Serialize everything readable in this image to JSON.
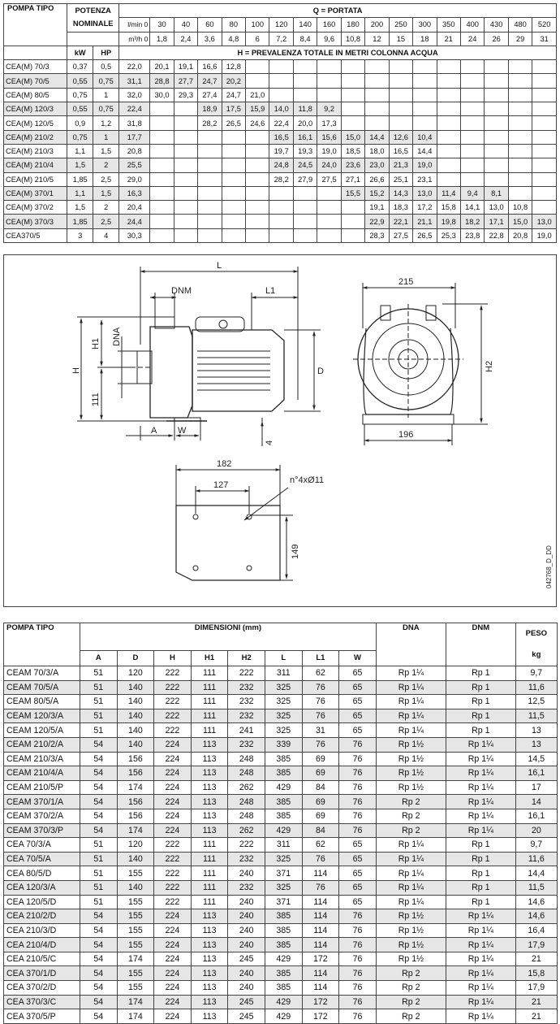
{
  "perf": {
    "header": {
      "pompa_tipo": "POMPA TIPO",
      "potenza": "POTENZA",
      "nominale": "NOMINALE",
      "portata": "Q = PORTATA",
      "lmin_unit": "l/min",
      "m3h_unit": "m³/h",
      "kw": "kW",
      "hp": "HP",
      "prevalenza": "H = PREVALENZA TOTALE IN METRI COLONNA ACQUA"
    },
    "lmin": [
      "0",
      "30",
      "40",
      "60",
      "80",
      "100",
      "120",
      "140",
      "160",
      "180",
      "200",
      "250",
      "300",
      "350",
      "400",
      "430",
      "480",
      "520"
    ],
    "m3h": [
      "0",
      "1,8",
      "2,4",
      "3,6",
      "4,8",
      "6",
      "7,2",
      "8,4",
      "9,6",
      "10,8",
      "12",
      "15",
      "18",
      "21",
      "24",
      "26",
      "29",
      "31"
    ],
    "rows": [
      {
        "name": "CEA(M) 70/3",
        "kw": "0,37",
        "hp": "0,5",
        "v": [
          "22,0",
          "20,1",
          "19,1",
          "16,6",
          "12,8",
          "",
          "",
          "",
          "",
          "",
          "",
          "",
          "",
          "",
          "",
          "",
          "",
          ""
        ]
      },
      {
        "name": "CEA(M) 70/5",
        "kw": "0,55",
        "hp": "0,75",
        "v": [
          "31,1",
          "28,8",
          "27,7",
          "24,7",
          "20,2",
          "",
          "",
          "",
          "",
          "",
          "",
          "",
          "",
          "",
          "",
          "",
          "",
          ""
        ]
      },
      {
        "name": "CEA(M) 80/5",
        "kw": "0,75",
        "hp": "1",
        "v": [
          "32,0",
          "30,0",
          "29,3",
          "27,4",
          "24,7",
          "21,0",
          "",
          "",
          "",
          "",
          "",
          "",
          "",
          "",
          "",
          "",
          "",
          ""
        ]
      },
      {
        "name": "CEA(M) 120/3",
        "kw": "0,55",
        "hp": "0,75",
        "v": [
          "22,4",
          "",
          "",
          "18,9",
          "17,5",
          "15,9",
          "14,0",
          "11,8",
          "9,2",
          "",
          "",
          "",
          "",
          "",
          "",
          "",
          "",
          ""
        ]
      },
      {
        "name": "CEA(M) 120/5",
        "kw": "0,9",
        "hp": "1,2",
        "v": [
          "31,8",
          "",
          "",
          "28,2",
          "26,5",
          "24,6",
          "22,4",
          "20,0",
          "17,3",
          "",
          "",
          "",
          "",
          "",
          "",
          "",
          "",
          ""
        ]
      },
      {
        "name": "CEA(M) 210/2",
        "kw": "0,75",
        "hp": "1",
        "v": [
          "17,7",
          "",
          "",
          "",
          "",
          "",
          "16,5",
          "16,1",
          "15,6",
          "15,0",
          "14,4",
          "12,6",
          "10,4",
          "",
          "",
          "",
          "",
          ""
        ]
      },
      {
        "name": "CEA(M) 210/3",
        "kw": "1,1",
        "hp": "1,5",
        "v": [
          "20,8",
          "",
          "",
          "",
          "",
          "",
          "19,7",
          "19,3",
          "19,0",
          "18,5",
          "18,0",
          "16,5",
          "14,4",
          "",
          "",
          "",
          "",
          ""
        ]
      },
      {
        "name": "CEA(M) 210/4",
        "kw": "1,5",
        "hp": "2",
        "v": [
          "25,5",
          "",
          "",
          "",
          "",
          "",
          "24,8",
          "24,5",
          "24,0",
          "23,6",
          "23,0",
          "21,3",
          "19,0",
          "",
          "",
          "",
          "",
          ""
        ]
      },
      {
        "name": "CEA(M) 210/5",
        "kw": "1,85",
        "hp": "2,5",
        "v": [
          "29,0",
          "",
          "",
          "",
          "",
          "",
          "28,2",
          "27,9",
          "27,5",
          "27,1",
          "26,6",
          "25,1",
          "23,1",
          "",
          "",
          "",
          "",
          ""
        ]
      },
      {
        "name": "CEA(M) 370/1",
        "kw": "1,1",
        "hp": "1,5",
        "v": [
          "16,3",
          "",
          "",
          "",
          "",
          "",
          "",
          "",
          "",
          "15,5",
          "15,2",
          "14,3",
          "13,0",
          "11,4",
          "9,4",
          "8,1",
          "",
          ""
        ]
      },
      {
        "name": "CEA(M) 370/2",
        "kw": "1,5",
        "hp": "2",
        "v": [
          "20,4",
          "",
          "",
          "",
          "",
          "",
          "",
          "",
          "",
          "",
          "19,1",
          "18,3",
          "17,2",
          "15,8",
          "14,1",
          "13,0",
          "10,8",
          ""
        ]
      },
      {
        "name": "CEA(M) 370/3",
        "kw": "1,85",
        "hp": "2,5",
        "v": [
          "24,4",
          "",
          "",
          "",
          "",
          "",
          "",
          "",
          "",
          "",
          "22,9",
          "22,1",
          "21,1",
          "19,8",
          "18,2",
          "17,1",
          "15,0",
          "13,0"
        ]
      },
      {
        "name": "CEA370/5",
        "kw": "3",
        "hp": "4",
        "v": [
          "30,3",
          "",
          "",
          "",
          "",
          "",
          "",
          "",
          "",
          "",
          "28,3",
          "27,5",
          "26,5",
          "25,3",
          "23,8",
          "22,8",
          "20,8",
          "19,0"
        ]
      }
    ]
  },
  "drawing": {
    "labels": {
      "L": "L",
      "DNM": "DNM",
      "L1": "L1",
      "DNA": "DNA",
      "H1": "H1",
      "H": "H",
      "n111": "111",
      "D": "D",
      "A": "A",
      "W": "W",
      "n4": "4",
      "n215": "215",
      "H2": "H2",
      "n196": "196",
      "n182": "182",
      "n127": "127",
      "holes": "n°4xØ11",
      "n149": "149",
      "ref": "042768_D_DD"
    }
  },
  "dims": {
    "header": {
      "pompa_tipo": "POMPA TIPO",
      "dimensioni": "DIMENSIONI (mm)",
      "dna": "DNA",
      "dnm": "DNM",
      "peso": "PESO",
      "kg": "kg",
      "cols": [
        "A",
        "D",
        "H",
        "H1",
        "H2",
        "L",
        "L1",
        "W"
      ]
    },
    "rows": [
      {
        "name": "CEAM 70/3/A",
        "v": [
          "51",
          "120",
          "222",
          "111",
          "222",
          "311",
          "62",
          "65"
        ],
        "dna": "Rp 1¼",
        "dnm": "Rp 1",
        "peso": "9,7"
      },
      {
        "name": "CEAM 70/5/A",
        "v": [
          "51",
          "140",
          "222",
          "111",
          "232",
          "325",
          "76",
          "65"
        ],
        "dna": "Rp 1¼",
        "dnm": "Rp 1",
        "peso": "11,6"
      },
      {
        "name": "CEAM 80/5/A",
        "v": [
          "51",
          "140",
          "222",
          "111",
          "232",
          "325",
          "76",
          "65"
        ],
        "dna": "Rp 1¼",
        "dnm": "Rp 1",
        "peso": "12,5"
      },
      {
        "name": "CEAM 120/3/A",
        "v": [
          "51",
          "140",
          "222",
          "111",
          "232",
          "325",
          "76",
          "65"
        ],
        "dna": "Rp 1¼",
        "dnm": "Rp 1",
        "peso": "11,5"
      },
      {
        "name": "CEAM 120/5/A",
        "v": [
          "51",
          "140",
          "222",
          "111",
          "241",
          "325",
          "31",
          "65"
        ],
        "dna": "Rp 1¼",
        "dnm": "Rp 1",
        "peso": "13"
      },
      {
        "name": "CEAM 210/2/A",
        "v": [
          "54",
          "140",
          "224",
          "113",
          "232",
          "339",
          "76",
          "76"
        ],
        "dna": "Rp 1½",
        "dnm": "Rp 1¼",
        "peso": "13"
      },
      {
        "name": "CEAM 210/3/A",
        "v": [
          "54",
          "156",
          "224",
          "113",
          "248",
          "385",
          "69",
          "76"
        ],
        "dna": "Rp 1½",
        "dnm": "Rp 1¼",
        "peso": "14,5"
      },
      {
        "name": "CEAM 210/4/A",
        "v": [
          "54",
          "156",
          "224",
          "113",
          "248",
          "385",
          "69",
          "76"
        ],
        "dna": "Rp 1½",
        "dnm": "Rp 1¼",
        "peso": "16,1"
      },
      {
        "name": "CEAM 210/5/P",
        "v": [
          "54",
          "174",
          "224",
          "113",
          "262",
          "429",
          "84",
          "76"
        ],
        "dna": "Rp 1½",
        "dnm": "Rp 1¼",
        "peso": "17"
      },
      {
        "name": "CEAM 370/1/A",
        "v": [
          "54",
          "156",
          "224",
          "113",
          "248",
          "385",
          "69",
          "76"
        ],
        "dna": "Rp 2",
        "dnm": "Rp 1¼",
        "peso": "14"
      },
      {
        "name": "CEAM 370/2/A",
        "v": [
          "54",
          "156",
          "224",
          "113",
          "248",
          "385",
          "69",
          "76"
        ],
        "dna": "Rp 2",
        "dnm": "Rp 1¼",
        "peso": "16,1"
      },
      {
        "name": "CEAM 370/3/P",
        "v": [
          "54",
          "174",
          "224",
          "113",
          "262",
          "429",
          "84",
          "76"
        ],
        "dna": "Rp 2",
        "dnm": "Rp 1¼",
        "peso": "20"
      },
      {
        "name": "CEA 70/3/A",
        "v": [
          "51",
          "120",
          "222",
          "111",
          "222",
          "311",
          "62",
          "65"
        ],
        "dna": "Rp 1¼",
        "dnm": "Rp 1",
        "peso": "9,7"
      },
      {
        "name": "CEA 70/5/A",
        "v": [
          "51",
          "140",
          "222",
          "111",
          "232",
          "325",
          "76",
          "65"
        ],
        "dna": "Rp 1¼",
        "dnm": "Rp 1",
        "peso": "11,6"
      },
      {
        "name": "CEA 80/5/D",
        "v": [
          "51",
          "155",
          "222",
          "111",
          "240",
          "371",
          "114",
          "65"
        ],
        "dna": "Rp 1¼",
        "dnm": "Rp 1",
        "peso": "14,4"
      },
      {
        "name": "CEA 120/3/A",
        "v": [
          "51",
          "140",
          "222",
          "111",
          "232",
          "325",
          "76",
          "65"
        ],
        "dna": "Rp 1¼",
        "dnm": "Rp 1",
        "peso": "11,5"
      },
      {
        "name": "CEA 120/5/D",
        "v": [
          "51",
          "155",
          "222",
          "111",
          "240",
          "371",
          "114",
          "65"
        ],
        "dna": "Rp 1¼",
        "dnm": "Rp 1",
        "peso": "14,6"
      },
      {
        "name": "CEA 210/2/D",
        "v": [
          "54",
          "155",
          "224",
          "113",
          "240",
          "385",
          "114",
          "76"
        ],
        "dna": "Rp 1½",
        "dnm": "Rp 1¼",
        "peso": "14,6"
      },
      {
        "name": "CEA 210/3/D",
        "v": [
          "54",
          "155",
          "224",
          "113",
          "240",
          "385",
          "114",
          "76"
        ],
        "dna": "Rp 1½",
        "dnm": "Rp 1¼",
        "peso": "16,4"
      },
      {
        "name": "CEA 210/4/D",
        "v": [
          "54",
          "155",
          "224",
          "113",
          "240",
          "385",
          "114",
          "76"
        ],
        "dna": "Rp 1½",
        "dnm": "Rp 1¼",
        "peso": "17,9"
      },
      {
        "name": "CEA 210/5/C",
        "v": [
          "54",
          "174",
          "224",
          "113",
          "245",
          "429",
          "172",
          "76"
        ],
        "dna": "Rp 1½",
        "dnm": "Rp 1¼",
        "peso": "21"
      },
      {
        "name": "CEA 370/1/D",
        "v": [
          "54",
          "155",
          "224",
          "113",
          "240",
          "385",
          "114",
          "76"
        ],
        "dna": "Rp 2",
        "dnm": "Rp 1¼",
        "peso": "15,8"
      },
      {
        "name": "CEA 370/2/D",
        "v": [
          "54",
          "155",
          "224",
          "113",
          "240",
          "385",
          "114",
          "76"
        ],
        "dna": "Rp 2",
        "dnm": "Rp 1¼",
        "peso": "17,9"
      },
      {
        "name": "CEA 370/3/C",
        "v": [
          "54",
          "174",
          "224",
          "113",
          "245",
          "429",
          "172",
          "76"
        ],
        "dna": "Rp 2",
        "dnm": "Rp 1¼",
        "peso": "21"
      },
      {
        "name": "CEA 370/5/P",
        "v": [
          "54",
          "174",
          "224",
          "113",
          "245",
          "429",
          "172",
          "76"
        ],
        "dna": "Rp 2",
        "dnm": "Rp 1¼",
        "peso": "21"
      }
    ]
  }
}
